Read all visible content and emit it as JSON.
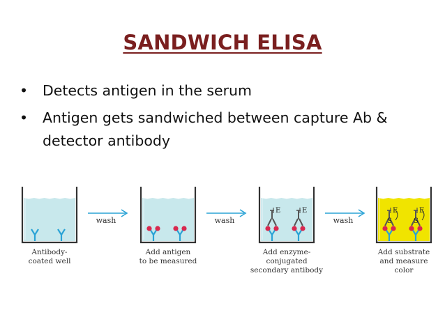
{
  "title": "SANDWICH ELISA",
  "bullets": [
    "Detects antigen in the serum",
    " Antigen gets sandwiched between capture Ab & detector antibody"
  ],
  "bullet_glyph": "•",
  "diagram": {
    "wash_label": "wash",
    "enzyme_letter": "E",
    "substrate_letter": "S",
    "steps": [
      {
        "caption": [
          "Antibody-",
          "coated well"
        ]
      },
      {
        "caption": [
          "Add antigen",
          "to be measured"
        ]
      },
      {
        "caption": [
          "Add enzyme-",
          "conjugated",
          "secondary antibody"
        ]
      },
      {
        "caption": [
          "Add substrate",
          "and measure",
          "color"
        ]
      }
    ]
  },
  "colors": {
    "title": "#7a1f1f",
    "liquid": "#c8e8ec",
    "substrate_liquid": "#f0e400",
    "antibody": "#2aa3d6",
    "antigen": "#d8284e",
    "arrow": "#2aa3d6",
    "well_outline": "#333333"
  }
}
